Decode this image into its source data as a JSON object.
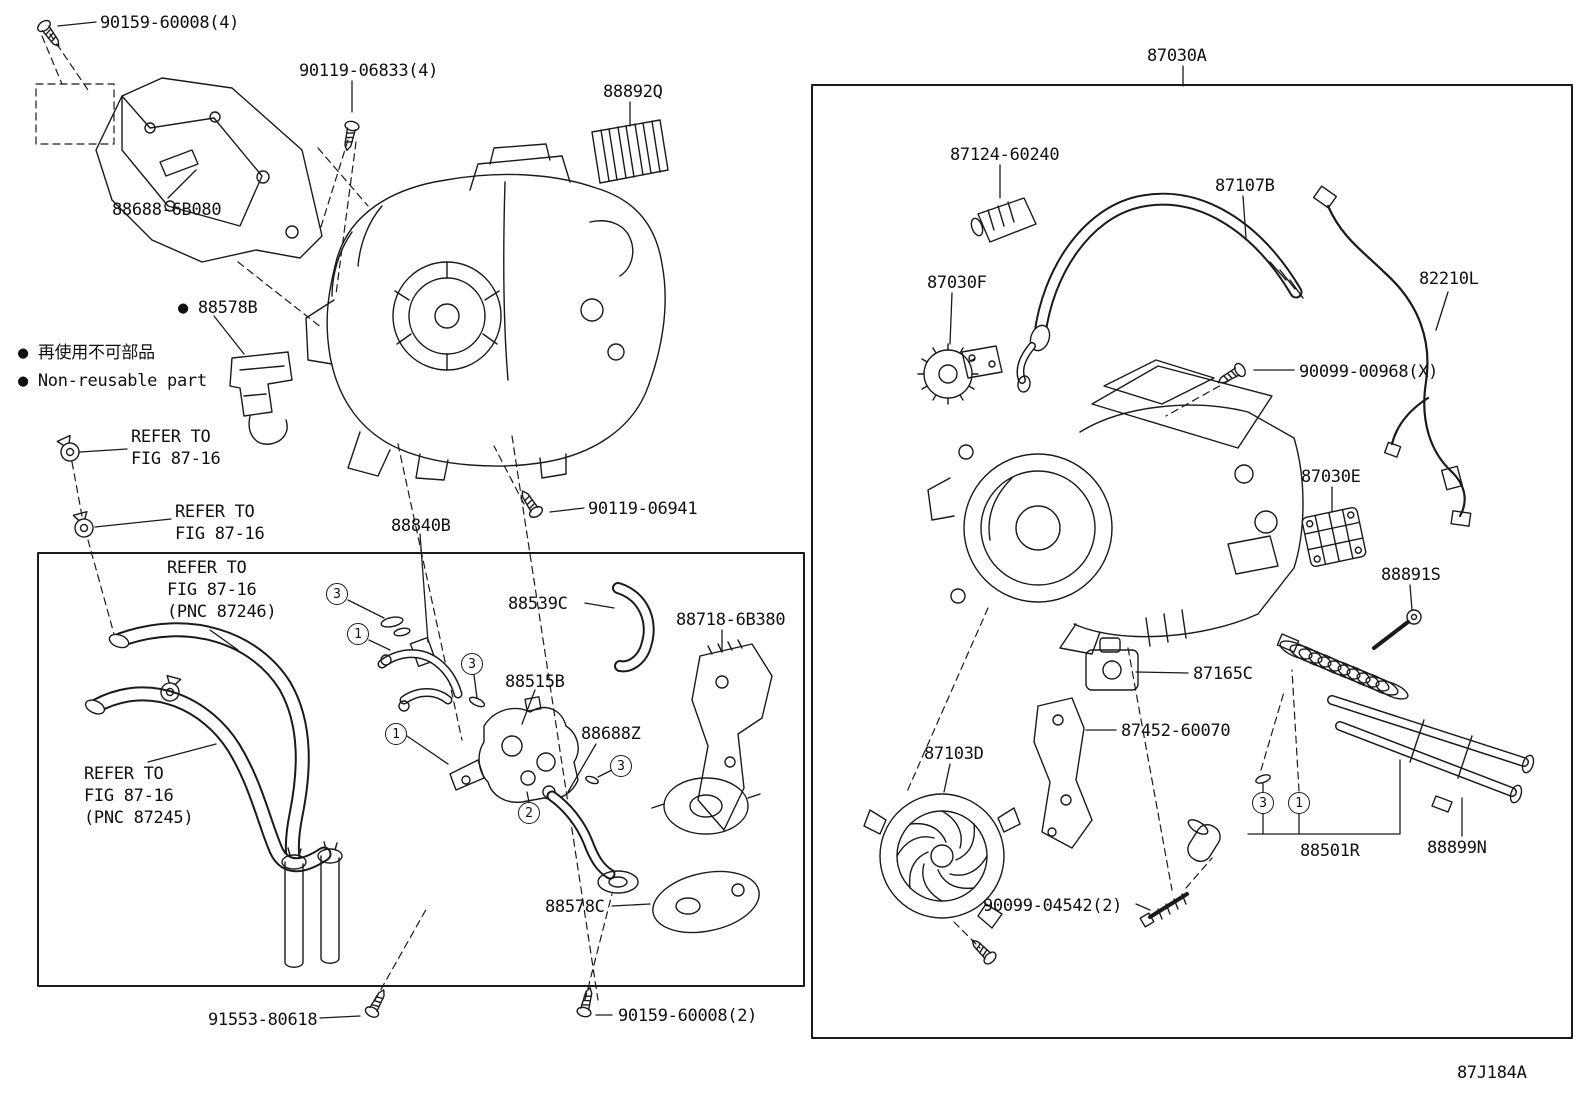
{
  "colors": {
    "ink": "#1a1a1a",
    "paper": "#ffffff"
  },
  "legend": {
    "jp": "● 再使用不可部品",
    "en": "● Non-reusable part"
  },
  "footer_code": "87J184A",
  "callouts": [
    "3",
    "1",
    "3",
    "1",
    "2",
    "3",
    "3",
    "1"
  ],
  "labels": [
    "90159-60008(4)",
    "90119-06833(4)",
    "88892Q",
    "88688-6B080",
    "● 88578B",
    "REFER TO\nFIG 87-16",
    "REFER TO\nFIG 87-16",
    "REFER TO\nFIG 87-16\n(PNC 87246)",
    "88840B",
    "88539C",
    "88718-6B380",
    "88515B",
    "88688Z",
    "REFER TO\nFIG 87-16\n(PNC 87245)",
    "88578C",
    "91553-80618",
    "90159-60008(2)",
    "90119-06941",
    "87030A",
    "87124-60240",
    "87107B",
    "82210L",
    "87030F",
    "90099-00968(X)",
    "87030E",
    "88891S",
    "87165C",
    "87452-60070",
    "87103D",
    "88501R",
    "88899N",
    "90099-04542(2)"
  ]
}
